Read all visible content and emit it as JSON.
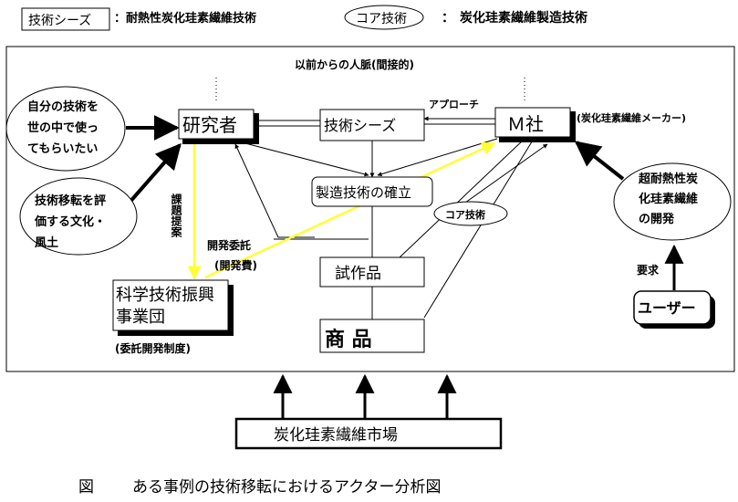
{
  "legend": {
    "seeds_tag": "技術シーズ",
    "seeds_value": "：耐熱性炭化珪素繊維技術",
    "core_tag": "コア技術",
    "core_sep": "：",
    "core_value": "炭化珪素繊維製造技術"
  },
  "diagram": {
    "network_label": "以前からの人脈(間接的)",
    "approach_label": "アプローチ",
    "motive_line1": "自分の技術を",
    "motive_line2": "世の中で使っ",
    "motive_line3": "てもらいたい",
    "culture_line1": "技術移転を評",
    "culture_line2": "価する文化・",
    "culture_line3": "風土",
    "researcher": "研究者",
    "tech_seeds": "技術シーズ",
    "company": "Ｍ社",
    "company_note": "(炭化珪素繊維メーカー)",
    "manufacturing": "製造技術の確立",
    "core_tech": "コア技術",
    "prototype": "試作品",
    "product": "商 品",
    "proposal_label": "課題提案",
    "commission_label": "開発委託",
    "commission_cost": "(開発費)",
    "agency_line1": "科学技術振興",
    "agency_line2": "事業団",
    "agency_note": "(委託開発制度)",
    "super_line1": "超耐熱性炭",
    "super_line2": "化珪素繊維",
    "super_line3": "の開発",
    "request_label": "要求",
    "user": "ユーザー",
    "market": "炭化珪素繊維市場"
  },
  "caption": {
    "figure_label": "図",
    "figure_title": "ある事例の技術移転におけるアクター分析図"
  },
  "colors": {
    "accent_arrow": "#ffff33",
    "line": "#000000"
  }
}
